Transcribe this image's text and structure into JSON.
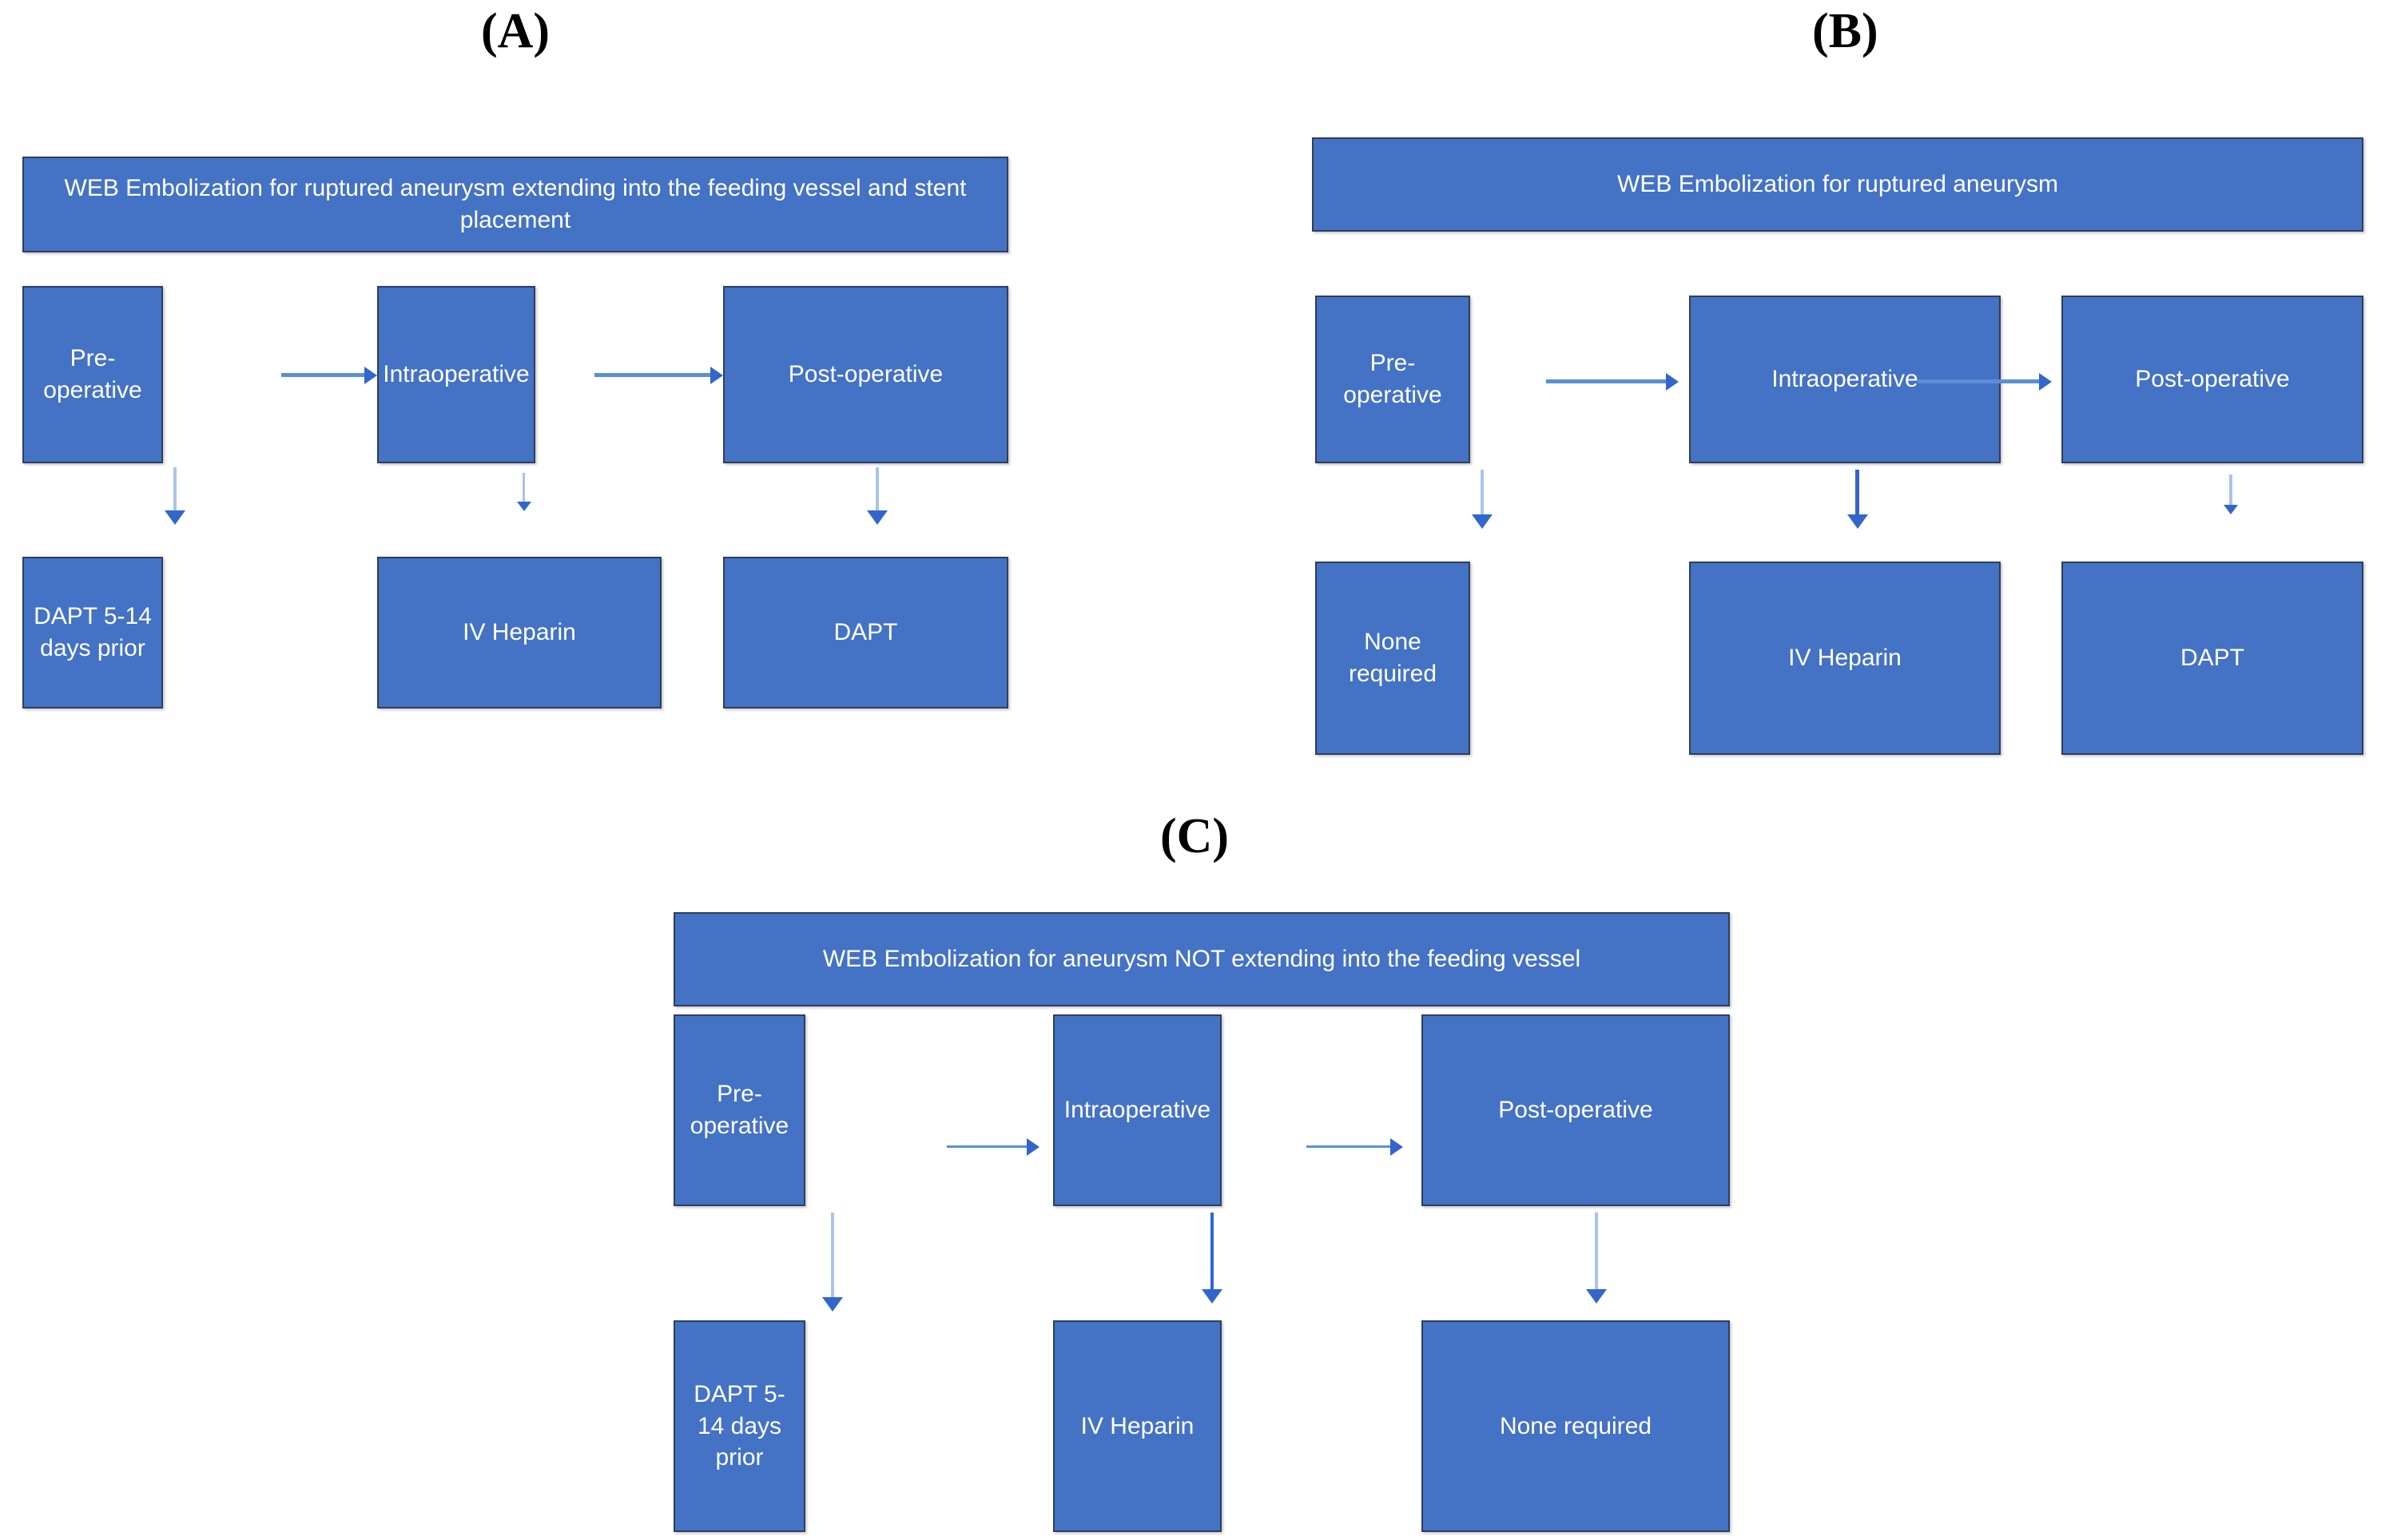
{
  "figure": {
    "background_color": "#FFFFFF",
    "node_fill_color": "#4472C4",
    "node_border_color": "#2F3E5C",
    "node_text_color": "#FFFFFF",
    "arrow_color": "#3366CC"
  },
  "panels": [
    {
      "id": "A",
      "label": "(A)",
      "header": "WEB Embolization for ruptured aneurysm extending into the feeding vessel and stent placement",
      "stages": [
        "Pre-operative",
        "Intraoperative",
        "Post-operative"
      ],
      "treatments": [
        "DAPT 5-14 days prior",
        "IV Heparin",
        "DAPT"
      ]
    },
    {
      "id": "B",
      "label": "(B)",
      "header": "WEB Embolization for ruptured aneurysm",
      "stages": [
        "Pre-operative",
        "Intraoperative",
        "Post-operative"
      ],
      "treatments": [
        "None required",
        "IV Heparin",
        "DAPT"
      ]
    },
    {
      "id": "C",
      "label": "(C)",
      "header": "WEB Embolization for aneurysm NOT extending into the feeding vessel",
      "stages": [
        "Pre-operative",
        "Intraoperative",
        "Post-operative"
      ],
      "treatments": [
        "DAPT 5-14 days prior",
        "IV Heparin",
        "None required"
      ]
    }
  ]
}
